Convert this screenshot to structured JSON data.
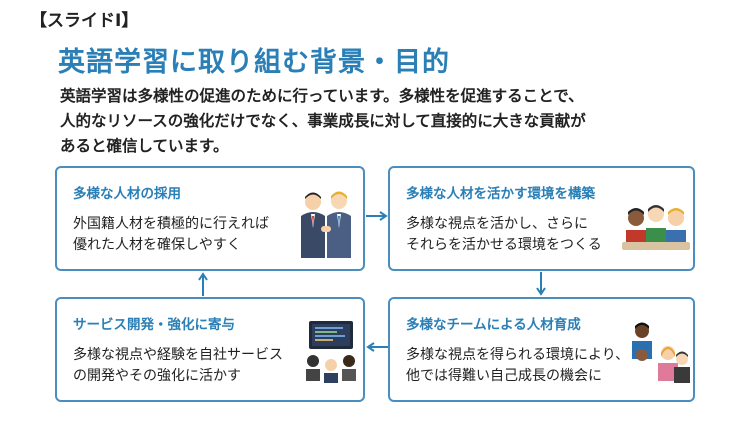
{
  "slide_label": "【スライドⅠ】",
  "title": "英語学習に取り組む背景・目的",
  "intro_lines": [
    "英語学習は多様性の促進のために行っています。多様性を促進することで、",
    "人的なリソースの強化だけでなく、事業成長に対して直接的に大きな貢献が",
    "あると確信しています。"
  ],
  "cards": {
    "recruit": {
      "title": "多様な人材の採用",
      "body": "外国籍人材を積極的に行えれば\n優れた人材を確保しやすく"
    },
    "environment": {
      "title": "多様な人材を活かす環境を構築",
      "body": "多様な視点を活かし、さらに\nそれらを活かせる環境をつくる"
    },
    "team": {
      "title": "多様なチームによる人材育成",
      "body": "多様な視点を得られる環境により、\n他では得難い自己成長の機会に"
    },
    "service": {
      "title": "サービス開発・強化に寄与",
      "body": "多様な視点や経験を自社サービス\nの開発やその強化に活かす"
    }
  },
  "colors": {
    "accent": "#2a7fb6",
    "border": "#4a8ec0"
  },
  "icons": {
    "recruit": "handshake-illustration",
    "environment": "group-meeting-illustration",
    "team": "diverse-team-illustration",
    "service": "computer-meeting-illustration"
  }
}
